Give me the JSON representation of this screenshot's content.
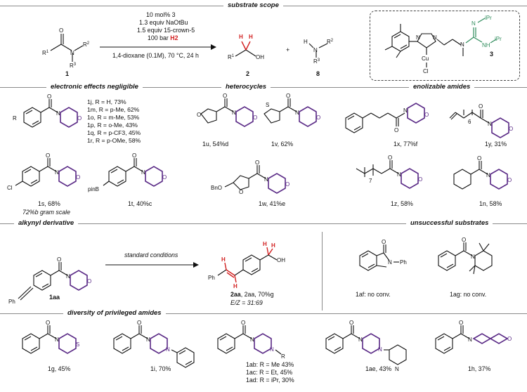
{
  "headers": {
    "scope": "substrate scope",
    "electronic": "electronic effects negligible",
    "heterocycles": "heterocycles",
    "enolizable": "enolizable amides",
    "alkynyl": "alkynyl derivative",
    "unsuccessful": "unsuccessful substrates",
    "privileged": "diversity of privileged amides"
  },
  "conditions": {
    "line1": "10 mol% 3",
    "line2": "1.3 equiv NaOtBu",
    "line3": "1.5 equiv 15-crown-5",
    "line4_prefix": "100 bar",
    "line4_h2": "H2",
    "line5": "1,4-dioxane (0.1M), 70 °C, 24 h",
    "label1": "1",
    "label2": "2",
    "label8": "8",
    "label3": "3",
    "plus": "+"
  },
  "electronic_list": [
    "1j, R = H, 73%",
    "1m, R = p-Me, 62%",
    "1o, R = m-Me, 53%",
    "1p, R = o-Me, 43%",
    "1q, R = p-CF3, 45%",
    "1r, R = p-OMe, 58%"
  ],
  "compounds": {
    "c1s": "1s, 68%",
    "c1s_gram": "72%b gram scale",
    "c1t": "1t, 40%c",
    "c1u": "1u, 54%d",
    "c1v": "1v, 62%",
    "c1w": "1w, 41%e",
    "c1x": "1x, 77%f",
    "c1y": "1y, 31%",
    "c1z": "1z, 58%",
    "c1n": "1n, 58%",
    "c1aa": "1aa",
    "c2aa": "2aa, 70%g",
    "c2aa_ez": "E/Z = 31:69",
    "arrow_text": "standard conditions",
    "c1af": "1af: no conv.",
    "c1ag": "1ag: no conv.",
    "c1g": "1g, 45%",
    "c1i": "1i, 70%",
    "c1ab": "1ab: R = Me 43%",
    "c1ac": "1ac: R = Et, 45%",
    "c1ad": "1ad: R = iPr, 30%",
    "c1ae": "1ae, 43%",
    "c1h": "1h, 37%"
  },
  "chain_counts": {
    "y": "6",
    "z": "7"
  },
  "colors": {
    "morpholine": "#5a2a86",
    "catalyst_green": "#2f8c5c",
    "hydrogen_red": "#d21f1f",
    "divider": "#8a8a8a"
  }
}
